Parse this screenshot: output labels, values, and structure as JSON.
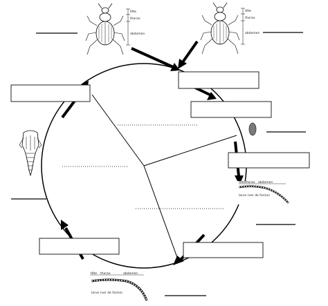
{
  "labels": {
    "adult_left": {
      "head": "tête",
      "thorax": "thorax",
      "abdomen": "abdomen"
    },
    "adult_right": {
      "head": "tête",
      "thorax": "thorax",
      "abdomen": "abdomen"
    },
    "larva_right": {
      "head": "tête",
      "thorax": "thorax",
      "abdomen": "abdomen",
      "caption": "larve (ver de farine)"
    },
    "larva_bottom": {
      "head": "tête",
      "thorax": "thorax",
      "abdomen": "abdomen",
      "caption": "larve (ver de farine)"
    }
  },
  "colors": {
    "ink": "#000000",
    "egg": "#7a7a7a"
  }
}
